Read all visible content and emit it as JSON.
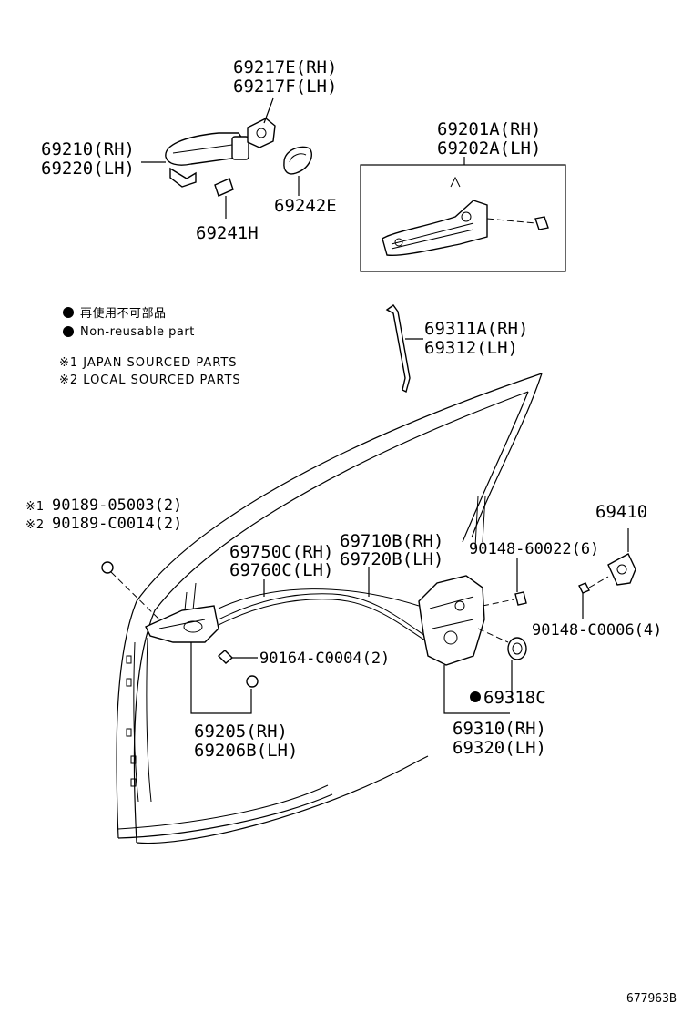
{
  "labels": {
    "handle_cover_rh": "69217E(RH)",
    "handle_cover_lh": "69217F(LH)",
    "outside_handle_rh": "69210(RH)",
    "outside_handle_lh": "69220(LH)",
    "handle_pad_1": "69241H",
    "handle_pad_2": "69242E",
    "frame_assy_rh": "69201A(RH)",
    "frame_assy_lh": "69202A(LH)",
    "lock_rod_rh": "69311A(RH)",
    "lock_rod_lh": "69312(LH)",
    "bolt_japan": "90189-05003(2)",
    "bolt_local": "90189-C0014(2)",
    "mark_japan": "※1",
    "mark_local": "※2",
    "cable_inside_rh": "69750C(RH)",
    "cable_inside_lh": "69760C(LH)",
    "cable_lock_rh": "69710B(RH)",
    "cable_lock_lh": "69720B(LH)",
    "screw_lock": "90148-60022(6)",
    "striker": "69410",
    "screw_striker": "90148-C0006(4)",
    "screw_handle": "90164-C0004(2)",
    "seal": "69318C",
    "inside_handle_rh": "69205(RH)",
    "inside_handle_lh": "69206B(LH)",
    "door_lock_rh": "69310(RH)",
    "door_lock_lh": "69320(LH)",
    "diagram_code": "677963B"
  },
  "legend": {
    "nonreusable_jp": "再使用不可部品",
    "nonreusable_en": "Non-reusable part",
    "note_japan": "※1 JAPAN SOURCED PARTS",
    "note_local": "※2 LOCAL SOURCED PARTS"
  }
}
